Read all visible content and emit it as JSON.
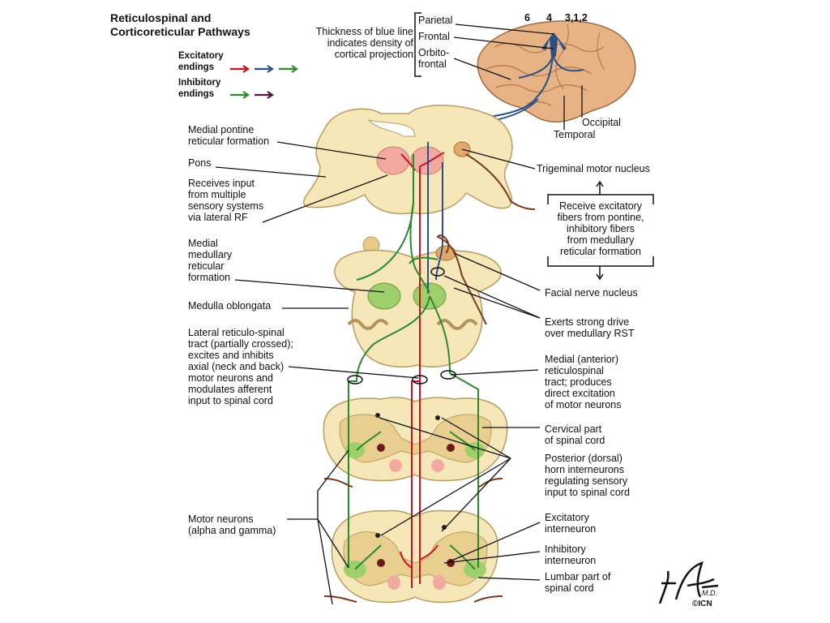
{
  "title": "Reticulospinal and\nCorticoreticular Pathways",
  "legend": {
    "excitatory_label": "Excitatory\nendings",
    "inhibitory_label": "Inhibitory\nendings",
    "colors": {
      "red": "#c8141e",
      "blue": "#2c4f86",
      "green": "#2c8a2c",
      "purple": "#4a1840"
    }
  },
  "cortex": {
    "note": "Thickness of blue line\nindicates density of\ncortical projection",
    "regions": [
      "Parietal",
      "Frontal",
      "Orbito-\nfrontal"
    ],
    "area_numbers": {
      "a": "6",
      "b": "4",
      "c": "3,1,2"
    },
    "occipital": "Occipital",
    "temporal": "Temporal"
  },
  "left_labels": {
    "medial_pontine": "Medial pontine\nreticular formation",
    "pons": "Pons",
    "receives_input": "Receives input\nfrom multiple\nsensory systems\nvia lateral RF",
    "medial_medullary": "Medial\nmedullary\nreticular\nformation",
    "medulla": "Medulla oblongata",
    "lateral_rst": "Lateral reticulo-spinal\ntract (partially crossed);\nexcites and inhibits\naxial (neck and back)\nmotor neurons and\nmodulates afferent\ninput to spinal cord",
    "motor_neurons": "Motor neurons\n(alpha and gamma)"
  },
  "right_labels": {
    "trigeminal": "Trigeminal motor nucleus",
    "receive_excitatory": "Receive excitatory\nfibers from pontine,\ninhibitory fibers\nfrom medullary\nreticular formation",
    "facial": "Facial nerve nucleus",
    "exerts": "Exerts strong drive\nover medullary RST",
    "medial_rst": "Medial (anterior)\nreticulospinal\ntract; produces\ndirect excitation\nof motor neurons",
    "cervical": "Cervical part\nof spinal cord",
    "posterior_horn": "Posterior (dorsal)\nhorn interneurons\nregulating sensory\ninput to spinal cord",
    "excitatory_interneuron": "Excitatory\ninterneuron",
    "inhibitory_interneuron": "Inhibitory\ninterneuron",
    "lumbar": "Lumbar part of\nspinal cord"
  },
  "signature": {
    "name": "F. Netter",
    "suffix": "M.D.",
    "mark": "©ICN"
  }
}
